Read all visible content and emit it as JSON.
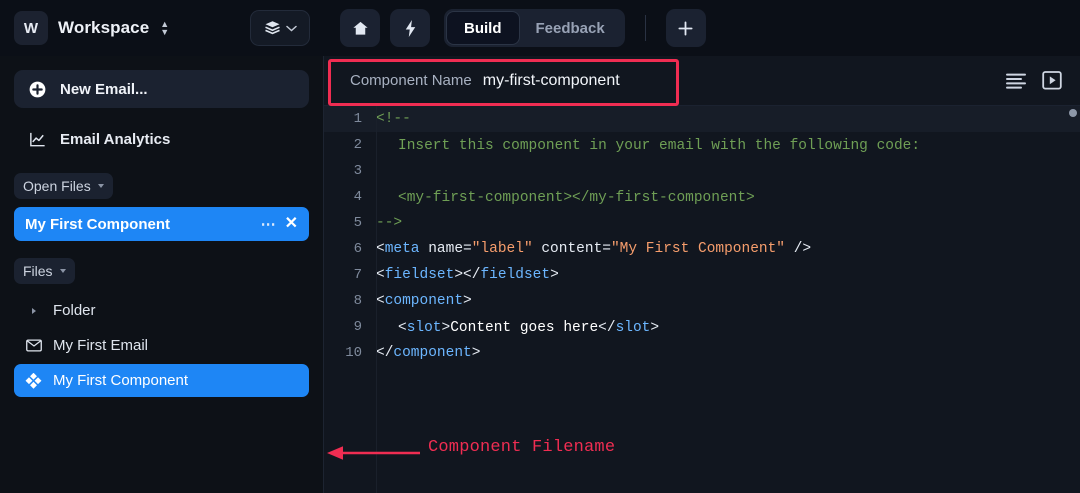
{
  "topbar": {
    "workspace_badge": "W",
    "workspace_name": "Workspace",
    "workspace_switch_icon": "chevron-up-down-icon",
    "layers_icon": "layers-stack-icon",
    "layers_caret_icon": "chevron-down-icon",
    "home_icon": "home-icon",
    "lightning_icon": "lightning-bolt-icon",
    "segments": [
      {
        "label": "Build",
        "active": true
      },
      {
        "label": "Feedback",
        "active": false
      }
    ],
    "add_icon": "plus-icon"
  },
  "sidebar": {
    "new_email": {
      "label": "New Email...",
      "icon": "plus-circle-icon"
    },
    "analytics": {
      "label": "Email Analytics",
      "icon": "line-chart-icon"
    },
    "open_files": {
      "label": "Open Files",
      "caret_icon": "caret-down-icon",
      "tabs": [
        {
          "label": "My First Component",
          "selected": true,
          "more_icon": "ellipsis-icon",
          "close_icon": "close-icon"
        }
      ]
    },
    "files": {
      "label": "Files",
      "caret_icon": "caret-down-icon",
      "items": [
        {
          "label": "Folder",
          "icon": "caret-right-icon",
          "kind": "folder",
          "selected": false
        },
        {
          "label": "My First Email",
          "icon": "envelope-icon",
          "kind": "email",
          "selected": false
        },
        {
          "label": "My First Component",
          "icon": "component-diamond-icon",
          "kind": "component",
          "selected": true
        }
      ]
    }
  },
  "editor": {
    "name_label": "Component Name",
    "name_value": "my-first-component",
    "list_icon": "lines-list-icon",
    "preview_icon": "play-in-box-icon",
    "lines": [
      {
        "n": "1",
        "current": true,
        "indent": 0,
        "tokens": [
          {
            "t": "<!--",
            "c": "c-com"
          }
        ]
      },
      {
        "n": "2",
        "current": false,
        "indent": 1,
        "tokens": [
          {
            "t": "Insert this component in your email with the following code:",
            "c": "c-com"
          }
        ]
      },
      {
        "n": "3",
        "current": false,
        "indent": 1,
        "tokens": []
      },
      {
        "n": "4",
        "current": false,
        "indent": 1,
        "tokens": [
          {
            "t": "<my-first-component></my-first-component>",
            "c": "c-com"
          }
        ]
      },
      {
        "n": "5",
        "current": false,
        "indent": 0,
        "tokens": [
          {
            "t": "-->",
            "c": "c-com"
          }
        ]
      },
      {
        "n": "6",
        "current": false,
        "indent": 0,
        "tokens": [
          {
            "t": "<",
            "c": "c-pun"
          },
          {
            "t": "meta",
            "c": "c-tag"
          },
          {
            "t": " name",
            "c": "c-attr"
          },
          {
            "t": "=",
            "c": "c-pun"
          },
          {
            "t": "\"label\"",
            "c": "c-str"
          },
          {
            "t": " content",
            "c": "c-attr"
          },
          {
            "t": "=",
            "c": "c-pun"
          },
          {
            "t": "\"My First Component\"",
            "c": "c-str"
          },
          {
            "t": " />",
            "c": "c-pun"
          }
        ]
      },
      {
        "n": "7",
        "current": false,
        "indent": 0,
        "tokens": [
          {
            "t": "<",
            "c": "c-pun"
          },
          {
            "t": "fieldset",
            "c": "c-tag"
          },
          {
            "t": "></",
            "c": "c-pun"
          },
          {
            "t": "fieldset",
            "c": "c-tag"
          },
          {
            "t": ">",
            "c": "c-pun"
          }
        ]
      },
      {
        "n": "8",
        "current": false,
        "indent": 0,
        "tokens": [
          {
            "t": "<",
            "c": "c-pun"
          },
          {
            "t": "component",
            "c": "c-tag"
          },
          {
            "t": ">",
            "c": "c-pun"
          }
        ]
      },
      {
        "n": "9",
        "current": false,
        "indent": 1,
        "tokens": [
          {
            "t": "<",
            "c": "c-pun"
          },
          {
            "t": "slot",
            "c": "c-tag"
          },
          {
            "t": ">",
            "c": "c-pun"
          },
          {
            "t": "Content goes here",
            "c": "c-txt"
          },
          {
            "t": "</",
            "c": "c-pun"
          },
          {
            "t": "slot",
            "c": "c-tag"
          },
          {
            "t": ">",
            "c": "c-pun"
          }
        ]
      },
      {
        "n": "10",
        "current": false,
        "indent": 0,
        "tokens": [
          {
            "t": "</",
            "c": "c-pun"
          },
          {
            "t": "component",
            "c": "c-tag"
          },
          {
            "t": ">",
            "c": "c-pun"
          }
        ]
      }
    ]
  },
  "annotations": {
    "box_target": "component-name-field",
    "note": "Component Filename",
    "color": "#f02d52"
  },
  "colors": {
    "accent_blue": "#1e86f5",
    "annotation_red": "#f02d52",
    "sidebar_bg": "#0d1117",
    "editor_bg": "#11161f",
    "topbar_bg": "#0b0f17"
  }
}
